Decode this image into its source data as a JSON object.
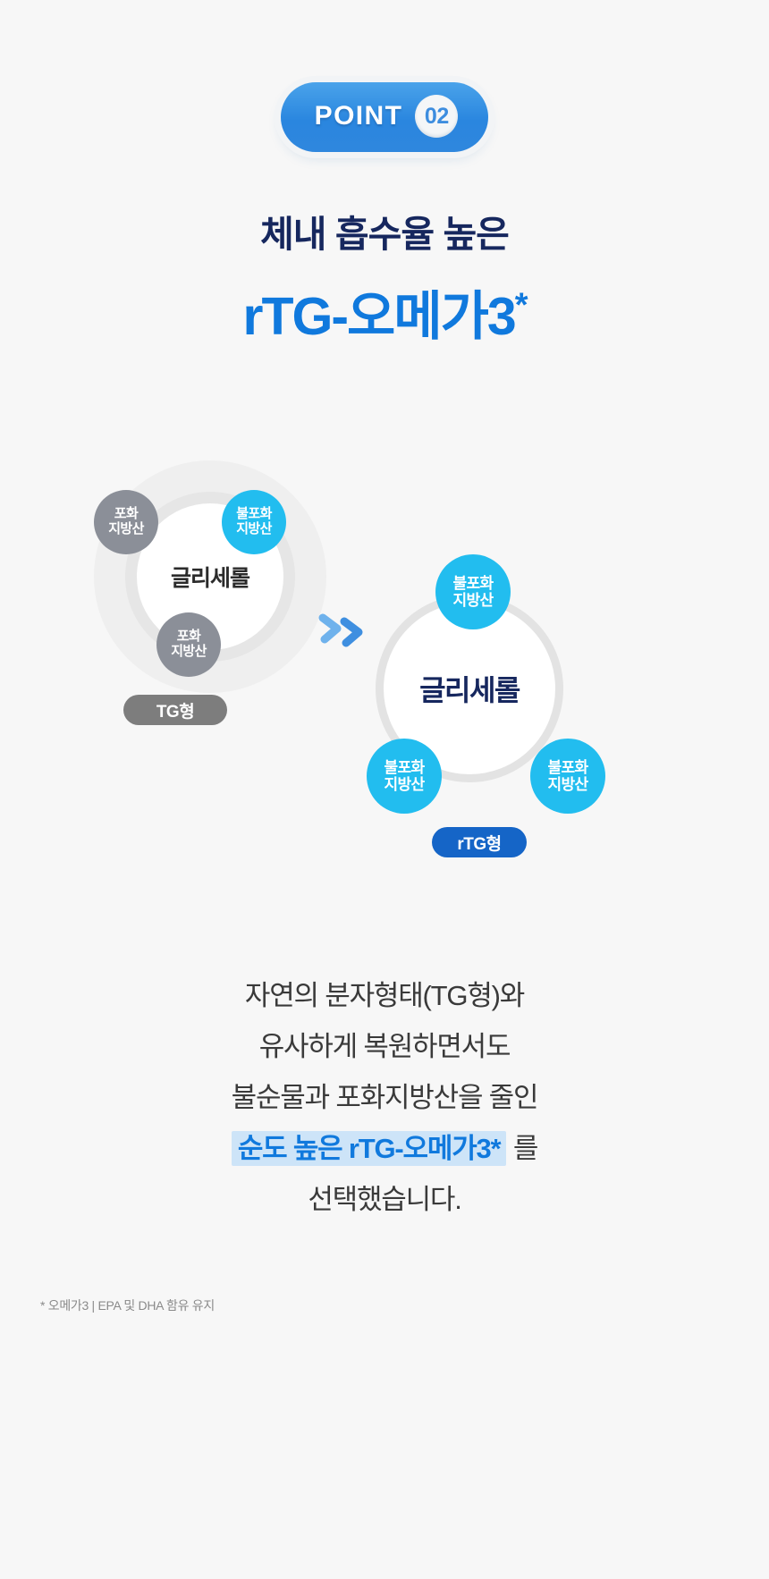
{
  "badge": {
    "label": "POINT",
    "number": "02"
  },
  "headings": {
    "line1": "체내 흡수율 높은",
    "line2": "rTG-오메가3",
    "line2_superscript": "*"
  },
  "diagram": {
    "tg": {
      "center_label": "글리세롤",
      "tag": "TG형",
      "bubbles": [
        {
          "position": "top-left",
          "label_line1": "포화",
          "label_line2": "지방산",
          "type": "saturated",
          "color": "#8b8f98"
        },
        {
          "position": "top-right",
          "label_line1": "불포화",
          "label_line2": "지방산",
          "type": "unsaturated",
          "color": "#22bdef"
        },
        {
          "position": "bottom",
          "label_line1": "포화",
          "label_line2": "지방산",
          "type": "saturated",
          "color": "#8b8f98"
        }
      ]
    },
    "arrow": {
      "name": "double-chevron-right",
      "color": "#4f9fe8"
    },
    "rtg": {
      "center_label": "글리세롤",
      "tag": "rTG형",
      "bubbles": [
        {
          "position": "top",
          "label_line1": "불포화",
          "label_line2": "지방산",
          "type": "unsaturated",
          "color": "#22bdef"
        },
        {
          "position": "bottom-left",
          "label_line1": "불포화",
          "label_line2": "지방산",
          "type": "unsaturated",
          "color": "#22bdef"
        },
        {
          "position": "bottom-right",
          "label_line1": "불포화",
          "label_line2": "지방산",
          "type": "unsaturated",
          "color": "#22bdef"
        }
      ]
    }
  },
  "body": {
    "line1": "자연의 분자형태(TG형)와",
    "line2": "유사하게 복원하면서도",
    "line3": "불순물과 포화지방산을 줄인",
    "line4_highlight": "순도 높은 rTG-오메가3*",
    "line4_suffix": "를",
    "line5": "선택했습니다."
  },
  "footnote": {
    "text": "*  오메가3 | EPA 및 DHA 함유 유지"
  },
  "colors": {
    "background": "#f7f7f7",
    "brand_blue": "#1079dd",
    "navy": "#16275e",
    "cyan": "#22bdef",
    "gray_bubble": "#8b8f98",
    "highlight_bg": "#cde4f8",
    "tag_gray": "#7d7d7d",
    "tag_blue": "#1565c7"
  }
}
